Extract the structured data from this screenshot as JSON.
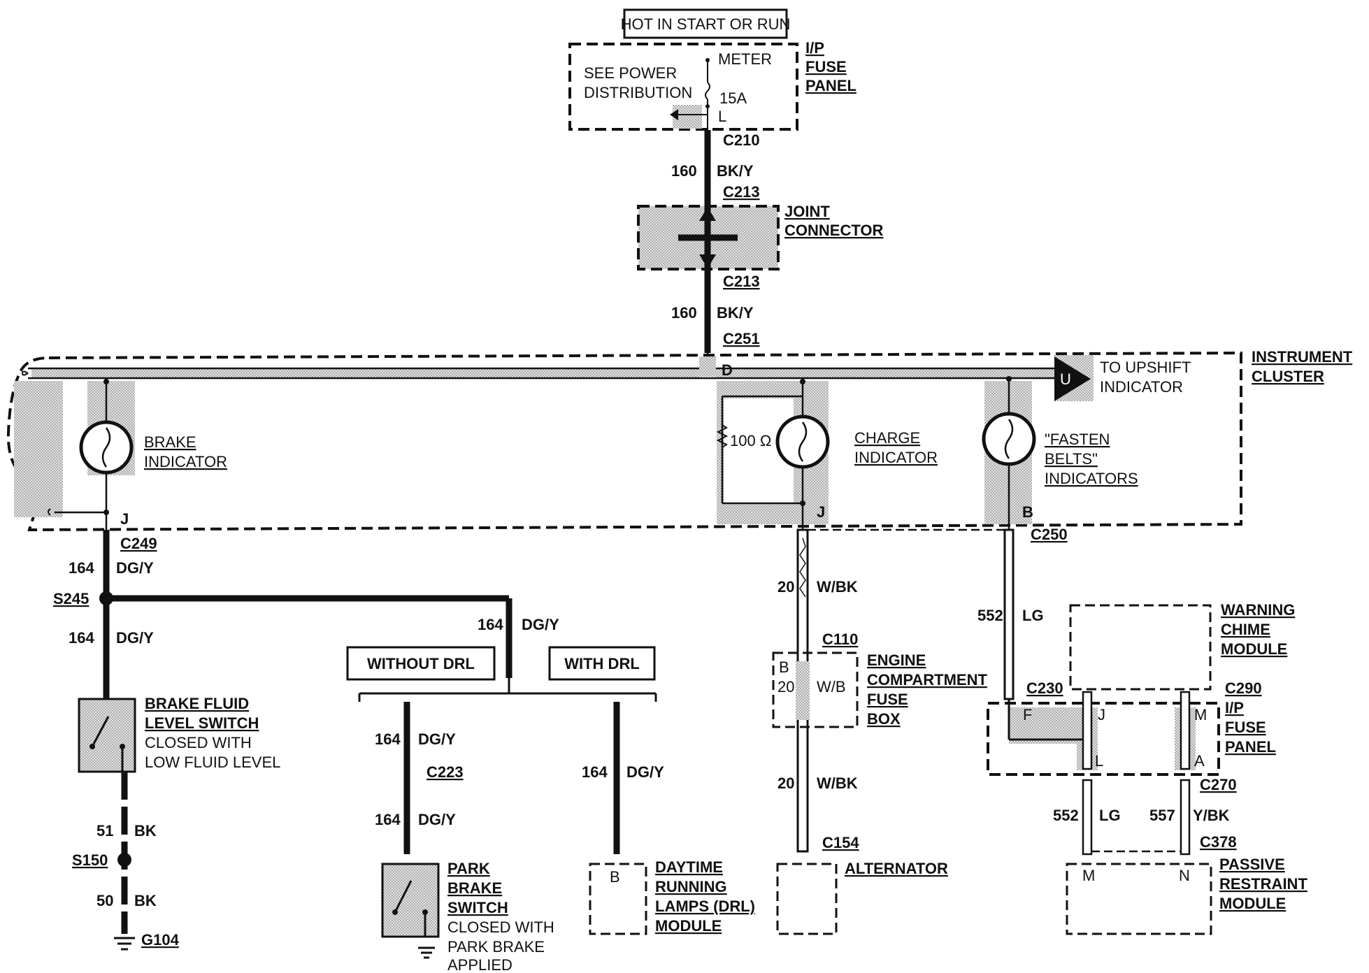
{
  "header": {
    "power_label": "HOT IN START OR RUN"
  },
  "fuse_panel_top": {
    "note_line1": "SEE POWER",
    "note_line2": "DISTRIBUTION",
    "meter": "METER",
    "rating": "15A",
    "pin": "L",
    "title": [
      "I/P",
      "FUSE",
      "PANEL"
    ]
  },
  "connectors": {
    "c210": "C210",
    "c213a": "C213",
    "c213b": "C213",
    "c251": "C251",
    "c249": "C249",
    "c223": "C223",
    "c110": "C110",
    "c154": "C154",
    "c250": "C250",
    "c230": "C230",
    "c290": "C290",
    "c270": "C270",
    "c378": "C378"
  },
  "joint_connector": {
    "title": [
      "JOINT",
      "CONNECTOR"
    ]
  },
  "wires": {
    "w160a_num": "160",
    "w160a_color": "BK/Y",
    "w160b_num": "160",
    "w160b_color": "BK/Y",
    "w164a_num": "164",
    "w164a_color": "DG/Y",
    "w164b_num": "164",
    "w164b_color": "DG/Y",
    "w164c_num": "164",
    "w164c_color": "DG/Y",
    "w164d_num": "164",
    "w164d_color": "DG/Y",
    "w164e_num": "164",
    "w164e_color": "DG/Y",
    "w164f_num": "164",
    "w164f_color": "DG/Y",
    "w51_num": "51",
    "w51_color": "BK",
    "w50_num": "50",
    "w50_color": "BK",
    "w20a_num": "20",
    "w20a_color": "W/BK",
    "w20b_num": "20",
    "w20b_color": "W/BK",
    "w552a_num": "552",
    "w552a_color": "LG",
    "w552b_num": "552",
    "w552b_color": "LG",
    "w557_num": "557",
    "w557_color": "Y/BK"
  },
  "splices": {
    "s245": "S245",
    "s150": "S150",
    "g104": "G104"
  },
  "cluster": {
    "title": [
      "INSTRUMENT",
      "CLUSTER"
    ],
    "pin_d": "D",
    "pin_j1": "J",
    "pin_j2": "J",
    "pin_b": "B",
    "pin_u": "U",
    "upshift": [
      "TO UPSHIFT",
      "INDICATOR"
    ],
    "brake_indicator": [
      "BRAKE",
      "INDICATOR"
    ],
    "charge_indicator": [
      "CHARGE",
      "INDICATOR"
    ],
    "resistor": "100 Ω",
    "fasten_belts": [
      "\"FASTEN",
      "BELTS\"",
      "INDICATORS"
    ]
  },
  "brake_fluid_switch": {
    "title": [
      "BRAKE FLUID",
      "LEVEL SWITCH"
    ],
    "note": [
      "CLOSED WITH",
      "LOW FLUID LEVEL"
    ]
  },
  "drl": {
    "without": "WITHOUT DRL",
    "with": "WITH DRL"
  },
  "park_brake_switch": {
    "title": [
      "PARK",
      "BRAKE",
      "SWITCH"
    ],
    "note": [
      "CLOSED WITH",
      "PARK BRAKE",
      "APPLIED"
    ]
  },
  "drl_module": {
    "pin": "B",
    "title": [
      "DAYTIME",
      "RUNNING",
      "LAMPS (DRL)",
      "MODULE"
    ]
  },
  "engine_fuse_box": {
    "pin": "B",
    "fuse": "20",
    "wire": "W/B",
    "title": [
      "ENGINE",
      "COMPARTMENT",
      "FUSE",
      "BOX"
    ]
  },
  "alternator": {
    "title": "ALTERNATOR"
  },
  "warning_chime": {
    "title": [
      "WARNING",
      "CHIME",
      "MODULE"
    ]
  },
  "fuse_panel_bottom": {
    "pin_f": "F",
    "pin_j": "J",
    "pin_m": "M",
    "pin_l": "L",
    "pin_a": "A",
    "title": [
      "I/P",
      "FUSE",
      "PANEL"
    ]
  },
  "passive_restraint": {
    "pin_m": "M",
    "pin_n": "N",
    "title": [
      "PASSIVE",
      "RESTRAINT",
      "MODULE"
    ]
  },
  "colors": {
    "ink": "#111111",
    "shade": "#c8c8c8"
  }
}
